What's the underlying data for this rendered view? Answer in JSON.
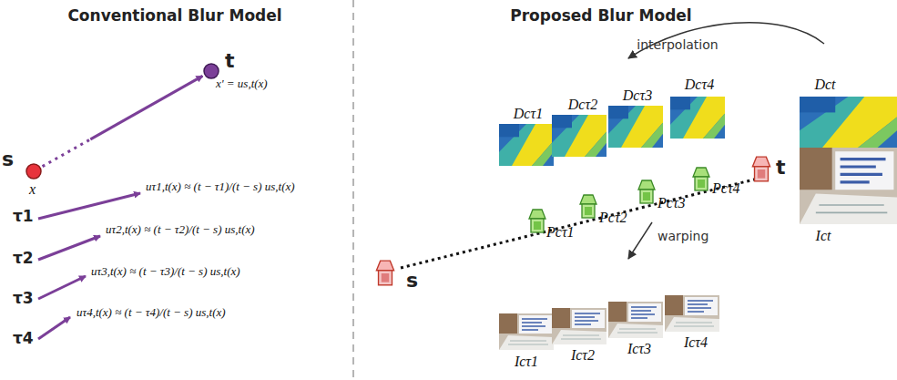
{
  "diagram": {
    "nodes": [
      {
        "text": [
          "s",
          "x"
        ]
      },
      {
        "text": [
          "t",
          "x' = us,t(x)"
        ]
      }
    ],
    "edges": [
      {
        "from": 0,
        "to": 1,
        "arrow": "to"
      }
    ],
    "labels": [
      "Conventional Blur Model",
      "Proposed Blur Model",
      "τ1",
      "τ2",
      "τ3",
      "τ4",
      "uτ1,t(x) ≈ (t − τ1)/(t − s) us,t(x)",
      "uτ2,t(x) ≈ (t − τ2)/(t − s) us,t(x)",
      "uτ3,t(x) ≈ (t − τ3)/(t − s) us,t(x)",
      "uτ4,t(x) ≈ (t − τ4)/(t − s) us,t(x)",
      "interpolation",
      "Dcτ1",
      "Dcτ2",
      "Dcτ3",
      "Dcτ4",
      "Dct",
      "s",
      "t",
      "Pcτ1",
      "Pcτ2",
      "Pcτ3",
      "Pcτ4",
      "warping",
      "Icτ1",
      "Icτ2",
      "Icτ3",
      "Icτ4",
      "Ict"
    ]
  }
}
